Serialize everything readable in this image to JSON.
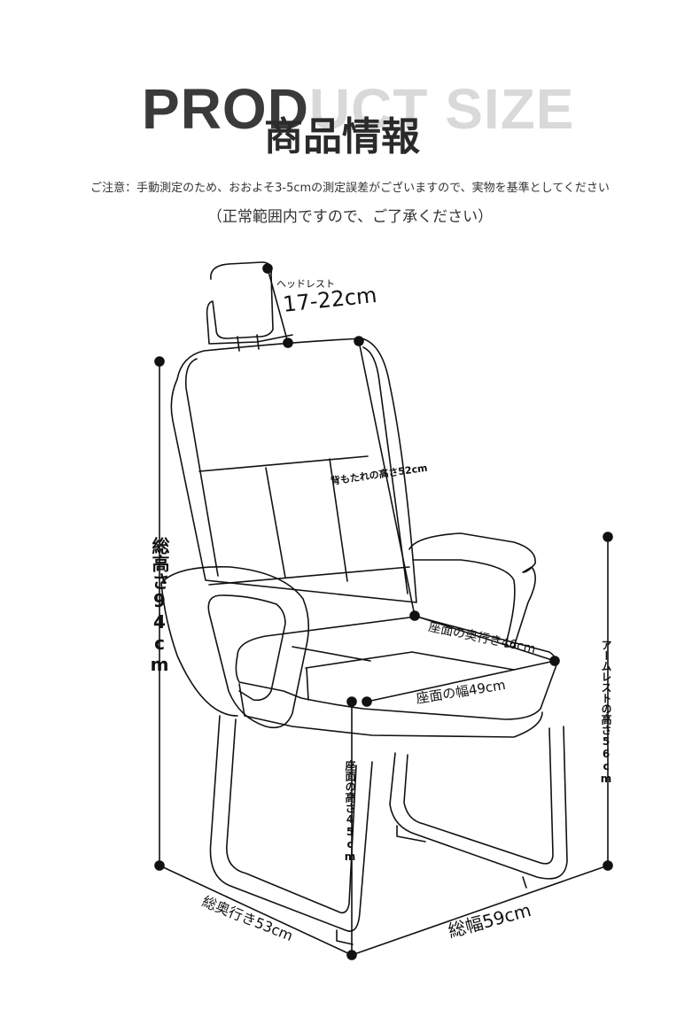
{
  "header": {
    "title_en_dark": "PROD",
    "title_en_light": "UCT SIZE",
    "title_jp": "商品情報"
  },
  "notice": {
    "line1": "ご注意：手動測定のため、おおよそ3-5cmの測定誤差がございますので、実物を基準としてください",
    "line2": "（正常範囲内ですので、ご了承ください）"
  },
  "dimensions": {
    "headrest_label": "ヘッドレスト",
    "headrest_value": "17-22cm",
    "backrest": "背もたれの高さ52cm",
    "total_height": "総高さ94cm",
    "seat_depth": "座面の奥行き46cm",
    "seat_width": "座面の幅49cm",
    "armrest_height": "アームレストの高さ56cm",
    "seat_height": "座面の高さ45cm",
    "total_depth": "総奥行き53cm",
    "total_width": "総幅59cm"
  },
  "colors": {
    "line": "#111111",
    "title_dark": "#3a3a3a",
    "title_light": "#d9d9d9"
  }
}
